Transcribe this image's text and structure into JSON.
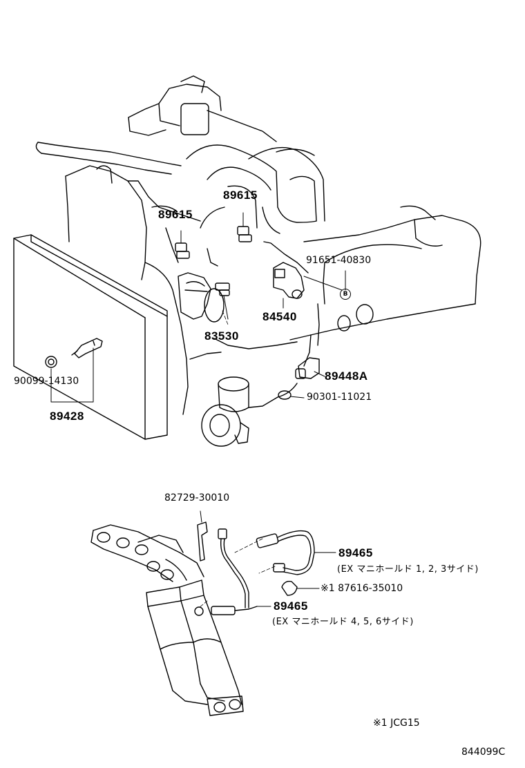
{
  "diagram": {
    "parts": {
      "p89615_b": "89615",
      "p89615_a": "89615",
      "p91651": "91651-40830",
      "marker_b": "B",
      "p84540": "84540",
      "p83530": "83530",
      "p90099": "90099-14130",
      "p89428": "89428",
      "p89448a": "89448A",
      "p90301": "90301-11021",
      "p82729": "82729-30010",
      "p89465_a": "89465",
      "note_a": "(EX マニホールド  1, 2, 3サイド)",
      "p87616": "※1 87616-35010",
      "p89465_b": "89465",
      "note_b": "(EX マニホールド  4, 5, 6サイド)"
    },
    "footnote": "※1  JCG15",
    "figure_code": "844099C"
  }
}
